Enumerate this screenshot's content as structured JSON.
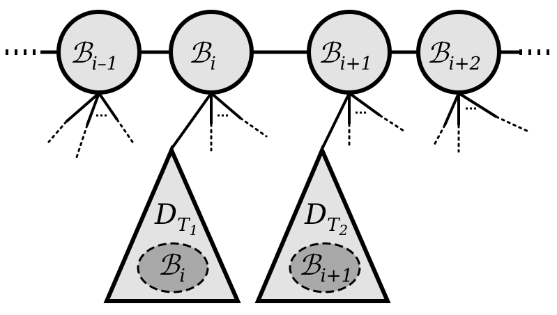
{
  "nodes": [
    {
      "sym": "ℬ",
      "sub": "i–1"
    },
    {
      "sym": "ℬ",
      "sub": "i"
    },
    {
      "sym": "ℬ",
      "sub": "i+1"
    },
    {
      "sym": "ℬ",
      "sub": "i+2"
    }
  ],
  "trees": [
    {
      "sym": "D",
      "sub": "T",
      "subsub": "1",
      "inner_sym": "ℬ",
      "inner_sub": "i"
    },
    {
      "sym": "D",
      "sub": "T",
      "subsub": "2",
      "inner_sym": "ℬ",
      "inner_sub": "i+1"
    }
  ]
}
